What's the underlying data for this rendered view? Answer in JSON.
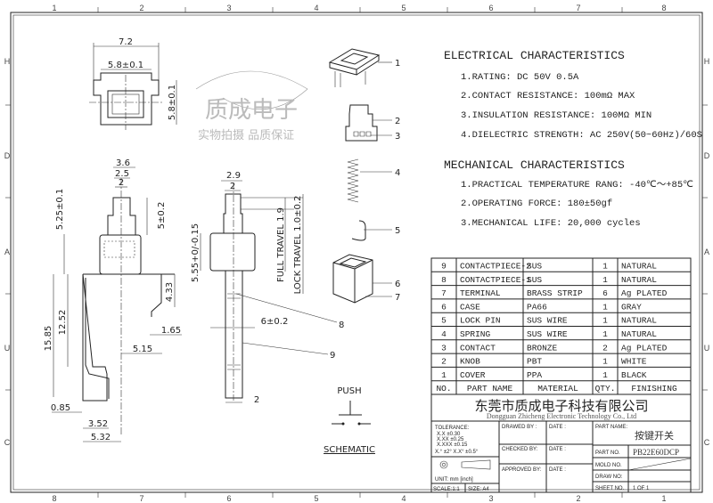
{
  "frame": {
    "cols_top": [
      "1",
      "2",
      "3",
      "4",
      "5",
      "6",
      "7",
      "8"
    ],
    "cols_bottom": [
      "8",
      "7",
      "6",
      "5",
      "4",
      "3",
      "2",
      "1"
    ],
    "rows": [
      "H",
      "D",
      "A",
      "U",
      "C"
    ]
  },
  "top_view": {
    "dims": [
      "7.2",
      "5.8±0.1",
      "5.8±0.1"
    ]
  },
  "front_view": {
    "dims": [
      "3.6",
      "2.5",
      "2",
      "5.25±0.1",
      "5±0.2",
      "15.85",
      "12.52",
      "4.33",
      "1.65",
      "5.15",
      "0.85",
      "3.52",
      "5.32"
    ]
  },
  "side_view": {
    "dims": [
      "2.9",
      "2",
      "5.55+0/-0.15",
      "6±0.2",
      "2",
      "FULL TRAVEL 1.9",
      "LOCK TRAVEL 1.0±0.2"
    ]
  },
  "exploded_view": {
    "callouts": [
      "1",
      "2",
      "3",
      "4",
      "5",
      "6",
      "7",
      "8",
      "9"
    ]
  },
  "schematic": {
    "push_label": "PUSH",
    "title": "SCHEMATIC"
  },
  "watermark": {
    "line1": "质成电子",
    "line2": "实物拍摄 品质保证"
  },
  "electrical": {
    "title": "ELECTRICAL CHARACTERISTICS",
    "items": [
      "1.RATING: DC 50V 0.5A",
      "2.CONTACT RESISTANCE: 100mΩ MAX",
      "3.INSULATION RESISTANCE: 100MΩ MIN",
      "4.DIELECTRIC STRENGTH: AC 250V(50~60Hz)/60S"
    ]
  },
  "mechanical": {
    "title": "MECHANICAL CHARACTERISTICS",
    "items": [
      "1.PRACTICAL TEMPERATURE RANG: -40℃～+85℃",
      "2.OPERATING FORCE: 180±50gf",
      "3.MECHANICAL LIFE: 20,000 cycles"
    ]
  },
  "bom": {
    "headers": [
      "NO.",
      "PART NAME",
      "MATERIAL",
      "QTY.",
      "FINISHING"
    ],
    "rows": [
      [
        "9",
        "CONTACTPIECE-2",
        "SUS",
        "1",
        "NATURAL"
      ],
      [
        "8",
        "CONTACTPIECE-1",
        "SUS",
        "1",
        "NATURAL"
      ],
      [
        "7",
        "TERMINAL",
        "BRASS STRIP",
        "6",
        "Ag PLATED"
      ],
      [
        "6",
        "CASE",
        "PA66",
        "1",
        "GRAY"
      ],
      [
        "5",
        "LOCK PIN",
        "SUS WIRE",
        "1",
        "NATURAL"
      ],
      [
        "4",
        "SPRING",
        "SUS WIRE",
        "1",
        "NATURAL"
      ],
      [
        "3",
        "CONTACT",
        "BRONZE",
        "2",
        "Ag PLATED"
      ],
      [
        "2",
        "KNOB",
        "PBT",
        "1",
        "WHITE"
      ],
      [
        "1",
        "COVER",
        "PPA",
        "1",
        "BLACK"
      ]
    ]
  },
  "title_block": {
    "company_cn": "东莞市质成电子科技有限公司",
    "company_en": "Dongguan Zhicheng Electronic Technology Co., Ltd",
    "tolerance_label": "TOLERANCE:",
    "tolerances": [
      "X.X  ±0.30",
      "X.XX  ±0.25",
      "X.XXX ±0.15",
      "X.° ±2°   X.X° ±0.5°"
    ],
    "unit": "UNIT: mm [inch]",
    "scale": "SCALE:1:1",
    "size": "SIZE: A4",
    "drawed_by": "DRAWED BY :",
    "checked_by": "CHECKED BY:",
    "approved_by": "APPROVED BY:",
    "date": "DATE :",
    "part_name_label": "PART NAME:",
    "part_name": "按键开关",
    "part_no_label": "PART NO.",
    "part_no": "PB22E60DCP",
    "mold_no_label": "MOLD NO.",
    "draw_no_label": "DRAW NO:",
    "sheet_no_label": "SHEET NO.",
    "sheet_no": "1 OF 1"
  }
}
